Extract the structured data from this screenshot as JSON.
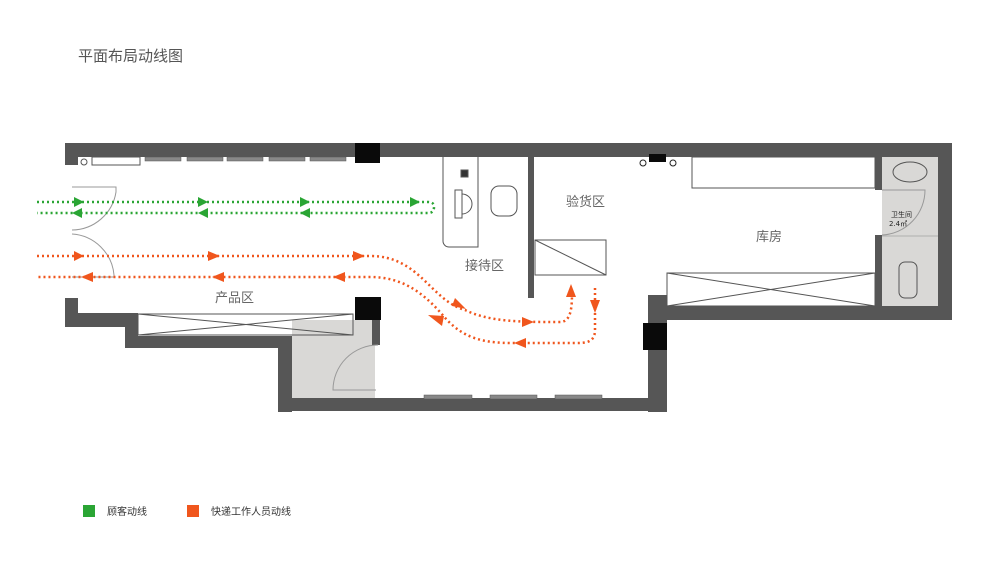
{
  "title": "平面布局动线图",
  "zones": {
    "product": "产品区",
    "reception": "接待区",
    "inspection": "验货区",
    "storage": "库房",
    "bathroom": "卫生间",
    "bathroom_area": "2.4㎡"
  },
  "legend": [
    {
      "label": "顾客动线",
      "color": "#2aa534"
    },
    {
      "label": "快递工作人员动线",
      "color": "#f0561d"
    }
  ],
  "colors": {
    "wall": "#565656",
    "column": "#0a0a0a",
    "customer": "#2aa534",
    "courier": "#f0561d",
    "wet": "#d9d8d6"
  }
}
